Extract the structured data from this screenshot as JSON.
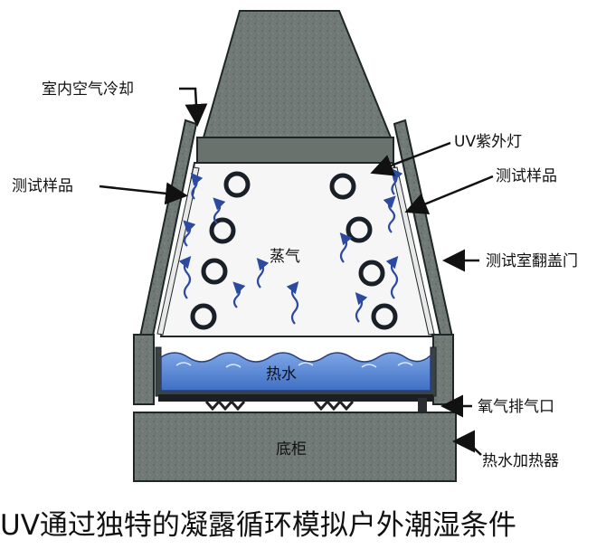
{
  "labels": {
    "indoor_air_cooling": "室内空气冷却",
    "uv_lamp": "UV紫外灯",
    "test_sample_left": "测试样品",
    "test_sample_right": "测试样品",
    "steam": "蒸气",
    "chamber_lid_door": "测试室翻盖门",
    "hot_water": "热水",
    "oxygen_exhaust": "氧气排气口",
    "base_cabinet": "底柜",
    "water_heater": "热水加热器"
  },
  "caption": "UV通过独特的凝露循环模拟户外潮湿条件",
  "colors": {
    "concrete": "#6f7773",
    "concrete_dark": "#4f5753",
    "hot_water": "#4f7fd0",
    "lamp_ring": "#1a2028",
    "steam_blue": "#2b4aa0",
    "outline": "#1f2628"
  }
}
